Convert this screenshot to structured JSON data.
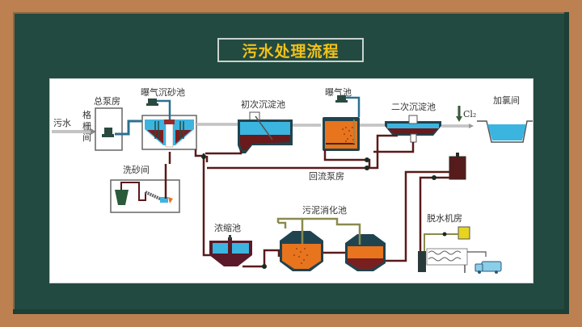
{
  "title": "污水处理流程",
  "labels": {
    "sewage_in": "污水",
    "screen": [
      "格",
      "栅",
      "间"
    ],
    "main_pump_house": "总泵房",
    "aerated_grit_chamber": "曝气沉砂池",
    "primary_clarifier": "初次沉淀池",
    "aeration_tank": "曝气池",
    "secondary_clarifier": "二次沉淀池",
    "chlorination_room": "加氯间",
    "chlorine": "Cl₂",
    "sand_washing_room": "洗砂间",
    "return_pump_house": "回流泵房",
    "thickener": "浓缩池",
    "sludge_digester": "污泥消化池",
    "dewatering_room": "脱水机房"
  },
  "colors": {
    "frame": "#bd8050",
    "board": "#234a40",
    "title": "#f2c21a",
    "water": "#3cb4e0",
    "sludge": "#7a1f1f",
    "pipe_sludge": "#5a1a1a",
    "pipe_water": "#2b7090",
    "aeration": "#e8741e",
    "machine": "#2a4a40",
    "chemical": "#e6d420",
    "truck": "#8ccde8"
  }
}
